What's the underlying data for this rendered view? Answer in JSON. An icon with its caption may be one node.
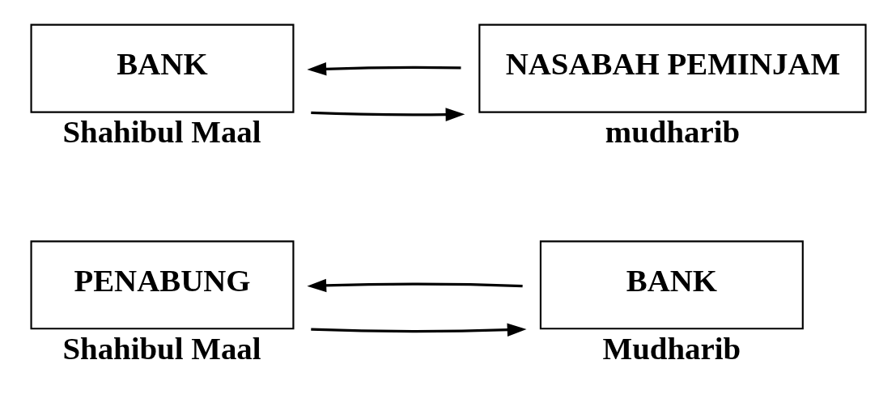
{
  "diagram": {
    "nodes": [
      {
        "text": [
          "PENABUNG"
        ],
        "beside": [
          "Shahibul Maal"
        ]
      },
      {
        "text": [
          "BANK"
        ],
        "beside": [
          "Mudharib"
        ]
      },
      {
        "text": [
          "BANK"
        ],
        "beside": [
          "Shahibul Maal"
        ]
      },
      {
        "text": [
          "NASABAH PEMINJAM"
        ],
        "beside": [
          "mudharib"
        ]
      }
    ],
    "edges": [
      {
        "from": 0,
        "to": 1,
        "arrow": "to"
      },
      {
        "from": 1,
        "to": 0,
        "arrow": "to"
      },
      {
        "from": 2,
        "to": 3,
        "arrow": "to"
      },
      {
        "from": 3,
        "to": 2,
        "arrow": "to"
      }
    ]
  }
}
